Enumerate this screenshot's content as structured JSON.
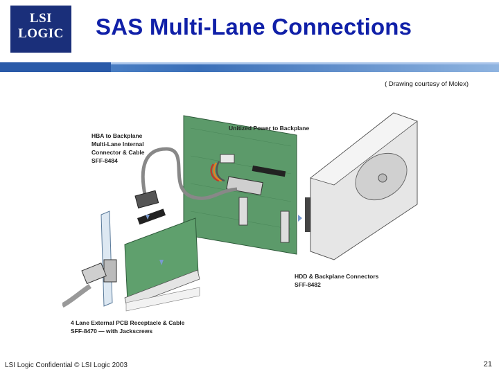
{
  "logo": {
    "text": "LSI LOGIC"
  },
  "slide": {
    "title": "SAS Multi-Lane Connections",
    "credit": "( Drawing courtesy of Molex)"
  },
  "drawing": {
    "labels": {
      "hba": [
        "HBA to Backplane",
        "Multi-Lane Internal",
        "Connector & Cable",
        "SFF-8484"
      ],
      "power": "Unitized Power to Backplane",
      "hdd": [
        "HDD & Backplane Connectors",
        "SFF-8482"
      ],
      "external": [
        "4 Lane External PCB Receptacle & Cable",
        "SFF-8470 — with Jackscrews"
      ]
    }
  },
  "footer": {
    "text": "LSI Logic Confidential © LSI Logic 2003",
    "page": "21"
  }
}
